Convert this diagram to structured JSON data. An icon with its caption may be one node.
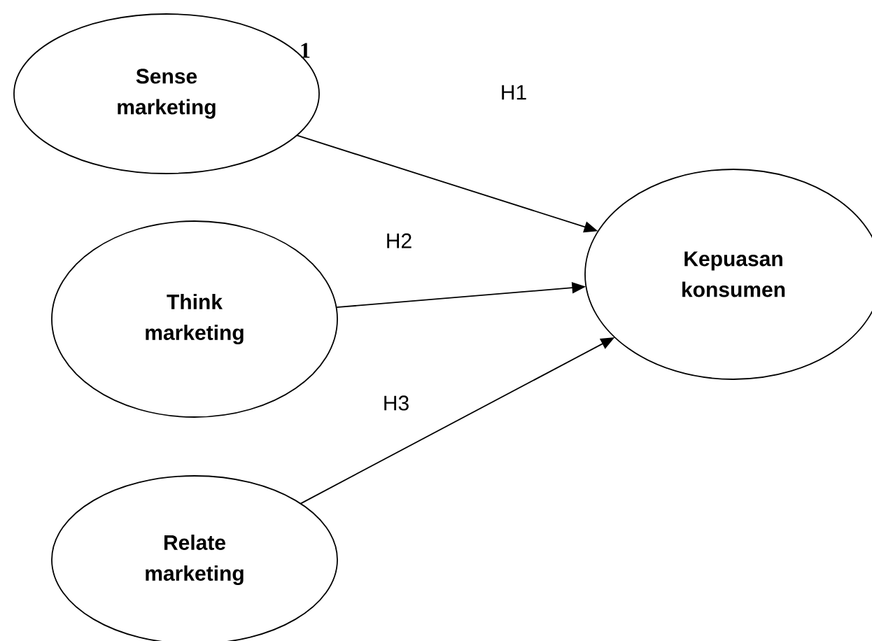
{
  "diagram": {
    "nodes": [
      {
        "text": [
          "Sense marketing"
        ]
      },
      {
        "text": [
          "Think marketing"
        ]
      },
      {
        "text": [
          "Relate marketing"
        ]
      },
      {
        "text": [
          "Kepuasan konsumen"
        ]
      }
    ],
    "edges": [
      {
        "from": 0,
        "to": 3,
        "arrow": "to",
        "label": "H1"
      },
      {
        "from": 1,
        "to": 3,
        "arrow": "to",
        "label": "H2"
      },
      {
        "from": 2,
        "to": 3,
        "arrow": "to",
        "label": "H3"
      }
    ],
    "labels": [
      "1"
    ]
  }
}
